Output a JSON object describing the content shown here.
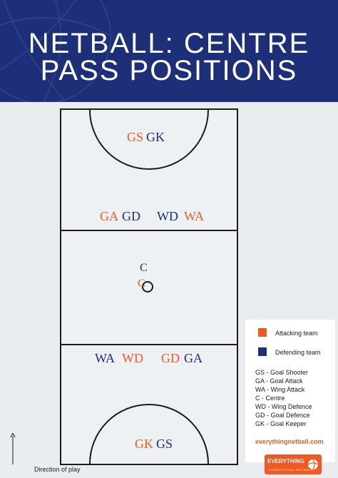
{
  "header": {
    "title_line1": "NETBALL: CENTRE",
    "title_line2": "PASS POSITIONS"
  },
  "court": {
    "top_third": {
      "circle_positions": [
        {
          "label": "GS",
          "team": "attacking"
        },
        {
          "label": "GK",
          "team": "defending"
        }
      ],
      "left_pair": [
        {
          "label": "GA",
          "team": "attacking"
        },
        {
          "label": "GD",
          "team": "defending"
        }
      ],
      "right_pair": [
        {
          "label": "WD",
          "team": "defending"
        },
        {
          "label": "WA",
          "team": "attacking"
        }
      ]
    },
    "centre_third": {
      "top_label": {
        "label": "C",
        "team": "defending"
      },
      "bottom_label": {
        "label": "C",
        "team": "attacking"
      }
    },
    "bottom_third": {
      "left_pair": [
        {
          "label": "WA",
          "team": "defending"
        },
        {
          "label": "WD",
          "team": "attacking"
        }
      ],
      "right_pair": [
        {
          "label": "GD",
          "team": "attacking"
        },
        {
          "label": "GA",
          "team": "defending"
        }
      ],
      "circle_positions": [
        {
          "label": "GK",
          "team": "attacking"
        },
        {
          "label": "GS",
          "team": "defending"
        }
      ]
    }
  },
  "legend": {
    "attacking_label": "Attacking team",
    "defending_label": "Defending team",
    "key": [
      "GS - Goal Shooter",
      "GA - Goal Attack",
      "WA - Wing Attack",
      "C - Centre",
      "WD - Wing Defence",
      "GD - Goal Defence",
      "GK - Goal Keeper"
    ],
    "website": "everythingnetball.com"
  },
  "direction_label": "Direction of play",
  "logo": {
    "brand": "EVERYTHING",
    "sub": "EVERYTHING NETBALL"
  },
  "colors": {
    "attacking": "#f05a22",
    "defending": "#1d2f78",
    "header_bg": "#1d2f78"
  }
}
